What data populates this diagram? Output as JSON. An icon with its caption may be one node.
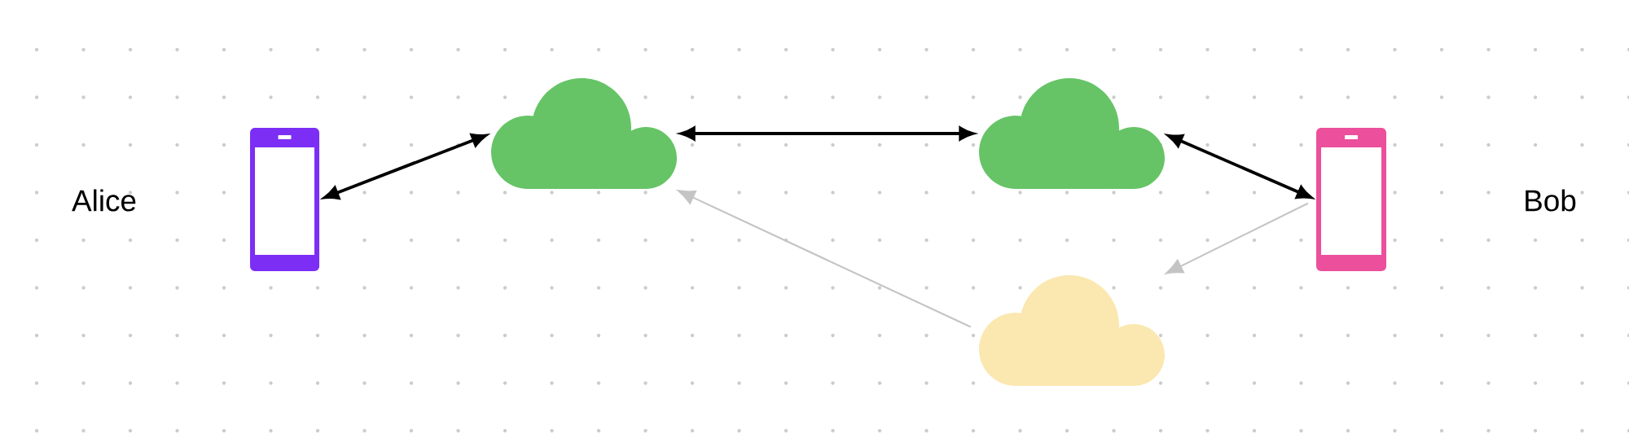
{
  "diagram": {
    "nodes": [
      {
        "text": [],
        "shape": "phone"
      },
      {
        "text": [],
        "shape": "cloud"
      },
      {
        "text": [],
        "shape": "cloud"
      },
      {
        "text": [],
        "shape": "phone"
      },
      {
        "text": [],
        "shape": "cloud"
      }
    ],
    "edges": [
      {
        "from": 0,
        "to": 1,
        "arrow": "both"
      },
      {
        "from": 1,
        "to": 2,
        "arrow": "both"
      },
      {
        "from": 2,
        "to": 3,
        "arrow": "both"
      },
      {
        "from": 4,
        "to": 1,
        "arrow": "to",
        "color": "#c4c4c4"
      },
      {
        "from": 3,
        "to": 4,
        "arrow": "to",
        "color": "#c4c4c4"
      }
    ],
    "labels": [
      "Alice",
      "Bob"
    ]
  }
}
